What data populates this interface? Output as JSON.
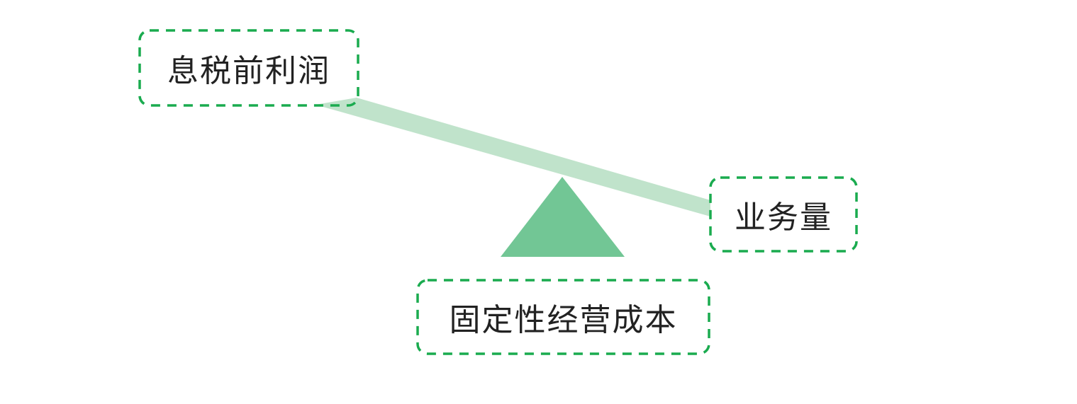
{
  "diagram": {
    "type": "seesaw",
    "colors": {
      "border": "#1aab4f",
      "beam": "#c0e3cb",
      "fulcrum": "#72c695",
      "text": "#222222",
      "background": "#ffffff"
    },
    "labels": {
      "top_left": "息税前利润",
      "right": "业务量",
      "bottom": "固定性经营成本"
    }
  }
}
